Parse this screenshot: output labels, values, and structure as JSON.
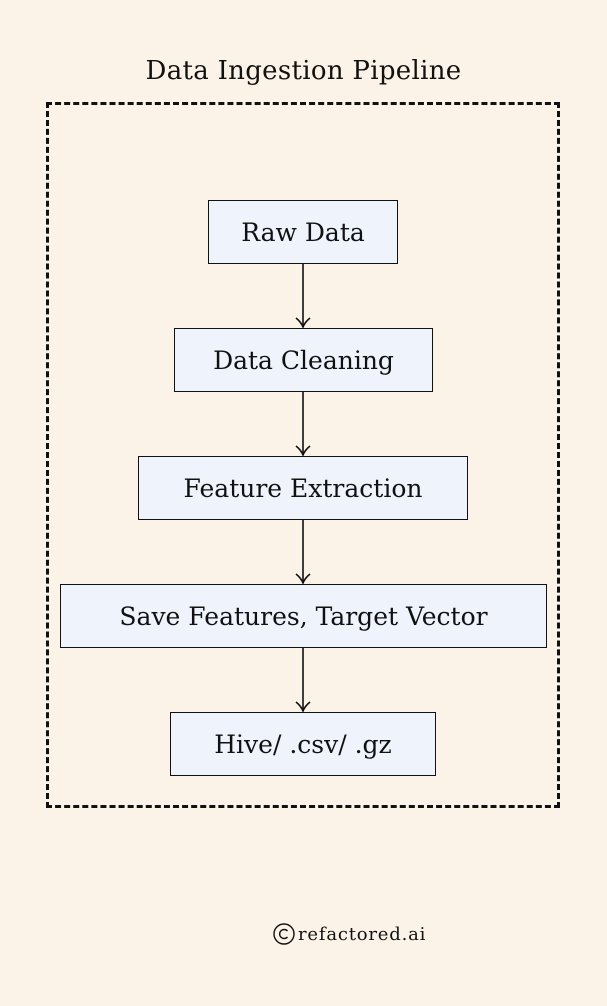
{
  "diagram": {
    "title": "Data Ingestion Pipeline",
    "nodes": [
      {
        "id": "raw-data",
        "label": "Raw Data"
      },
      {
        "id": "data-cleaning",
        "label": "Data Cleaning"
      },
      {
        "id": "feature-extraction",
        "label": "Feature Extraction"
      },
      {
        "id": "save-features",
        "label": "Save Features, Target Vector"
      },
      {
        "id": "storage",
        "label": "Hive/ .csv/ .gz"
      }
    ],
    "edges": [
      {
        "from": "raw-data",
        "to": "data-cleaning"
      },
      {
        "from": "data-cleaning",
        "to": "feature-extraction"
      },
      {
        "from": "feature-extraction",
        "to": "save-features"
      },
      {
        "from": "save-features",
        "to": "storage"
      }
    ]
  },
  "footer": {
    "icon": "copyright-icon",
    "text": "refactored.ai"
  }
}
